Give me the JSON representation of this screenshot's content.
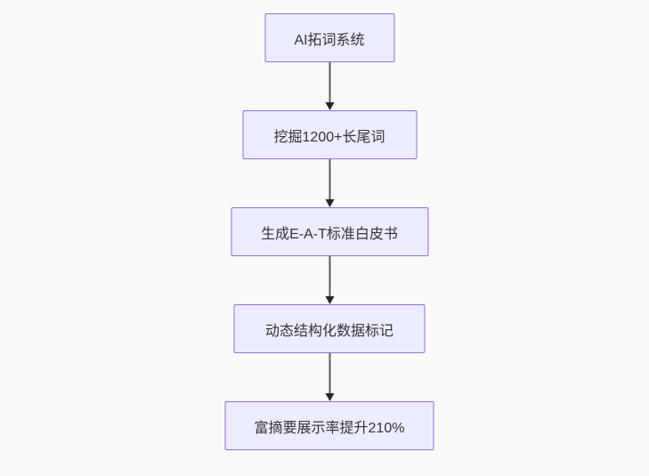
{
  "diagram": {
    "type": "flowchart",
    "direction": "top-down",
    "colors": {
      "background": "#fafafa",
      "node_fill": "#ECECFF",
      "node_border": "#9370DB",
      "node_text": "#333333",
      "edge_line": "#5c5c5c",
      "edge_arrowhead": "#262626"
    },
    "nodes": [
      {
        "id": "n1",
        "label": "AI拓词系统"
      },
      {
        "id": "n2",
        "label": "挖掘1200+长尾词"
      },
      {
        "id": "n3",
        "label": "生成E-A-T标准白皮书"
      },
      {
        "id": "n4",
        "label": "动态结构化数据标记"
      },
      {
        "id": "n5",
        "label": "富摘要展示率提升210%"
      }
    ],
    "edges": [
      {
        "from": "n1",
        "to": "n2"
      },
      {
        "from": "n2",
        "to": "n3"
      },
      {
        "from": "n3",
        "to": "n4"
      },
      {
        "from": "n4",
        "to": "n5"
      }
    ]
  }
}
